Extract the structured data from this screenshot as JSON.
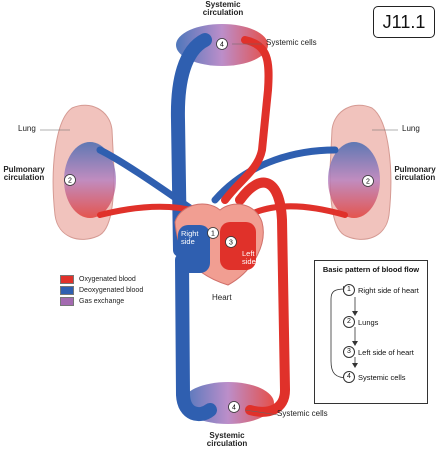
{
  "tag": "J11.1",
  "labels": {
    "systemic_top": "Systemic\ncirculation",
    "systemic_bottom": "Systemic\ncirculation",
    "systemic_cells_top": "Systemic cells",
    "systemic_cells_bottom": "Systemic cells",
    "lung_left": "Lung",
    "lung_right": "Lung",
    "pulmonary_left": "Pulmonary\ncirculation",
    "pulmonary_right": "Pulmonary\ncirculation",
    "right_side": "Right\nside",
    "left_side": "Left\nside",
    "heart": "Heart"
  },
  "markers": {
    "systemic_top": "4",
    "systemic_bottom": "4",
    "lung_left": "2",
    "lung_right": "2",
    "heart_right": "1",
    "heart_left": "3"
  },
  "legend": [
    {
      "label": "Oxygenated blood",
      "color": "#e0312a"
    },
    {
      "label": "Deoxygenated blood",
      "color": "#2f5fb0"
    },
    {
      "label": "Gas exchange",
      "color": "#a36ab0"
    }
  ],
  "pattern": {
    "title": "Basic pattern of blood flow",
    "steps": [
      {
        "num": "1",
        "label": "Right side of heart"
      },
      {
        "num": "2",
        "label": "Lungs"
      },
      {
        "num": "3",
        "label": "Left side of heart"
      },
      {
        "num": "4",
        "label": "Systemic cells"
      }
    ]
  },
  "colors": {
    "oxygenated": "#e0312a",
    "deoxygenated": "#2f5fb0",
    "gas_exchange": "#a36ab0",
    "lung_tissue": "#f1c3bd",
    "heart_tissue": "#f19e92"
  }
}
